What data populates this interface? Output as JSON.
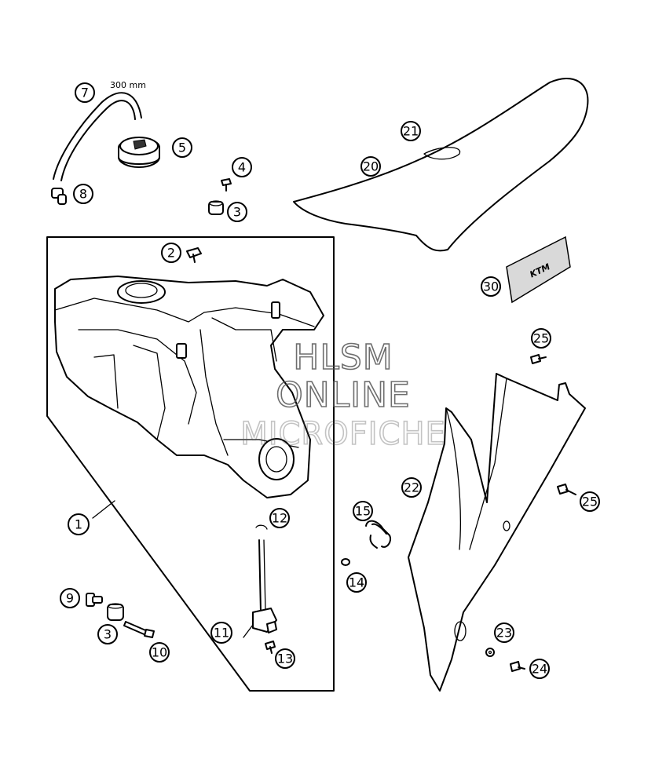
{
  "callouts": [
    {
      "id": "1",
      "label": "1"
    },
    {
      "id": "2",
      "label": "2"
    },
    {
      "id": "3a",
      "label": "3"
    },
    {
      "id": "3b",
      "label": "3"
    },
    {
      "id": "4",
      "label": "4"
    },
    {
      "id": "5",
      "label": "5"
    },
    {
      "id": "7",
      "label": "7"
    },
    {
      "id": "8",
      "label": "8"
    },
    {
      "id": "9",
      "label": "9"
    },
    {
      "id": "10",
      "label": "10"
    },
    {
      "id": "11",
      "label": "11"
    },
    {
      "id": "12",
      "label": "12"
    },
    {
      "id": "13",
      "label": "13"
    },
    {
      "id": "14",
      "label": "14"
    },
    {
      "id": "15",
      "label": "15"
    },
    {
      "id": "20",
      "label": "20"
    },
    {
      "id": "21",
      "label": "21"
    },
    {
      "id": "22",
      "label": "22"
    },
    {
      "id": "23",
      "label": "23"
    },
    {
      "id": "24",
      "label": "24"
    },
    {
      "id": "25a",
      "label": "25"
    },
    {
      "id": "25b",
      "label": "25"
    },
    {
      "id": "30",
      "label": "30"
    }
  ],
  "annotation": "300 mm",
  "decal_text": "KTM",
  "watermark": [
    "HLSM",
    "ONLINE",
    "MICROFICHE"
  ]
}
